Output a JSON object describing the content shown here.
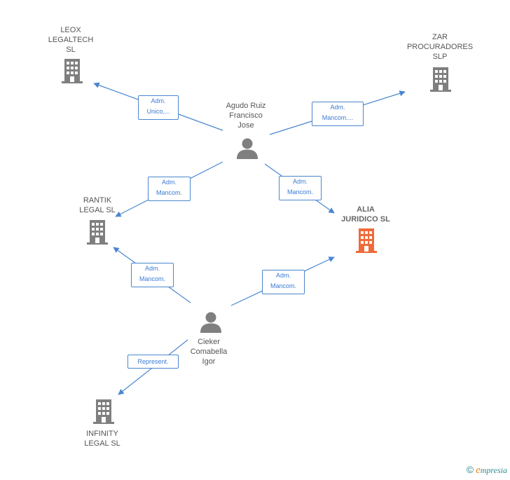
{
  "colors": {
    "edge": "#4a86cf",
    "company_icon": "#7f7f7f",
    "highlight_icon": "#f06a3a",
    "person_icon": "#7f7f7f"
  },
  "nodes": {
    "leox": {
      "label": "LEOX\nLEGALTECH\nSL",
      "kind": "company",
      "icon": "building-icon"
    },
    "zar": {
      "label": "ZAR\nPROCURADORES\nSLP",
      "kind": "company",
      "icon": "building-icon"
    },
    "agudo": {
      "label": "Agudo Ruiz\nFrancisco\nJose",
      "kind": "person",
      "icon": "person-icon"
    },
    "rantik": {
      "label": "RANTIK\nLEGAL  SL",
      "kind": "company",
      "icon": "building-icon"
    },
    "alia": {
      "label": "ALIA\nJURIDICO  SL",
      "kind": "company-highlight",
      "icon": "building-icon"
    },
    "cieker": {
      "label": "Cieker\nComabella\nIgor",
      "kind": "person",
      "icon": "person-icon"
    },
    "infinity": {
      "label": "INFINITY\nLEGAL SL",
      "kind": "company",
      "icon": "building-icon"
    }
  },
  "edges": [
    {
      "from": "agudo",
      "to": "leox",
      "label": "Adm.\nUnico,..."
    },
    {
      "from": "agudo",
      "to": "zar",
      "label": "Adm.\nMancom...."
    },
    {
      "from": "agudo",
      "to": "rantik",
      "label": "Adm.\nMancom."
    },
    {
      "from": "agudo",
      "to": "alia",
      "label": "Adm.\nMancom."
    },
    {
      "from": "cieker",
      "to": "rantik",
      "label": "Adm.\nMancom."
    },
    {
      "from": "cieker",
      "to": "alia",
      "label": "Adm.\nMancom."
    },
    {
      "from": "cieker",
      "to": "infinity",
      "label": "Represent."
    }
  ],
  "footer": {
    "copyright_symbol": "©",
    "brand_initial": "e",
    "brand_rest": "mpresia"
  }
}
